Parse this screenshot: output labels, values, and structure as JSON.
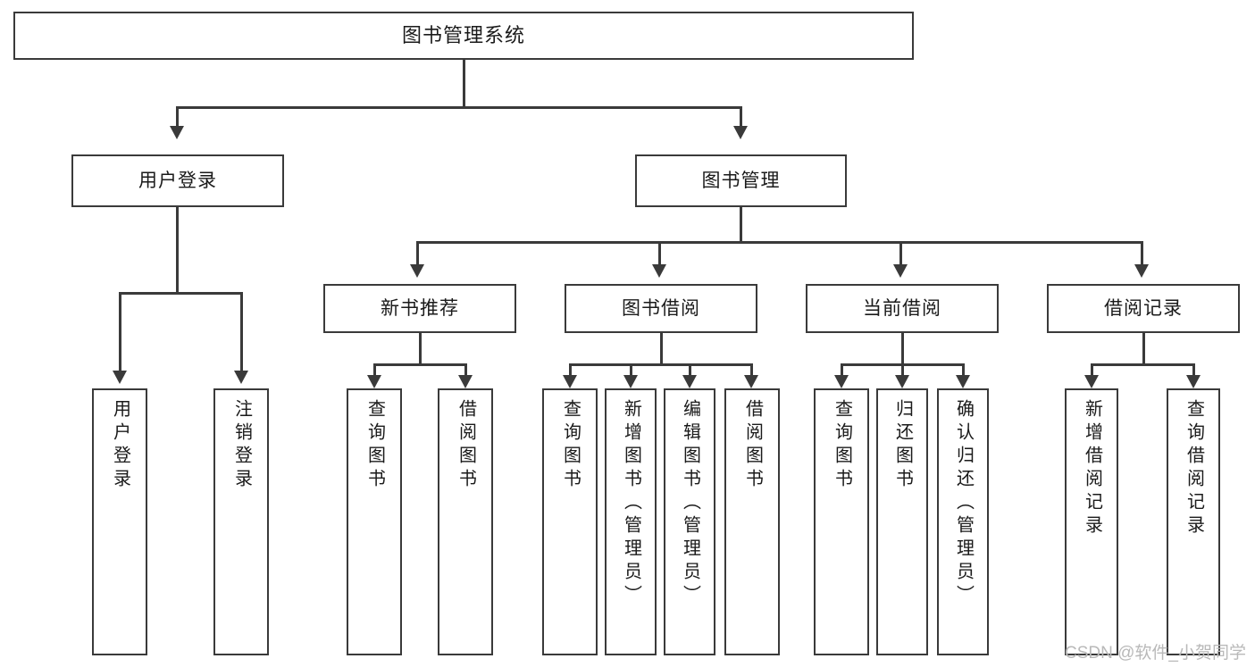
{
  "diagram": {
    "title": "图书管理系统",
    "type": "hierarchy-tree",
    "levels": 4,
    "colors": {
      "stroke": "#3a3a3a",
      "fill": "#ffffff",
      "text": "#1a1a1a",
      "watermark": "#b9b9b9"
    },
    "root": {
      "label": "图书管理系统"
    },
    "level2": [
      {
        "label": "用户登录"
      },
      {
        "label": "图书管理"
      }
    ],
    "level3": [
      {
        "label": "新书推荐"
      },
      {
        "label": "图书借阅"
      },
      {
        "label": "当前借阅"
      },
      {
        "label": "借阅记录"
      }
    ],
    "leaves": {
      "user_login": [
        {
          "label": "用户登录"
        },
        {
          "label": "注销登录"
        }
      ],
      "new_book_recommend": [
        {
          "label": "查询图书"
        },
        {
          "label": "借阅图书"
        }
      ],
      "book_borrow": [
        {
          "label": "查询图书"
        },
        {
          "label": "新增图书（管理员）"
        },
        {
          "label": "编辑图书（管理员）"
        },
        {
          "label": "借阅图书"
        }
      ],
      "current_borrow": [
        {
          "label": "查询图书"
        },
        {
          "label": "归还图书"
        },
        {
          "label": "确认归还（管理员）"
        }
      ],
      "borrow_record": [
        {
          "label": "新增借阅记录"
        },
        {
          "label": "查询借阅记录"
        }
      ]
    }
  },
  "watermark": {
    "text": "CSDN @软件_小贺同学"
  }
}
